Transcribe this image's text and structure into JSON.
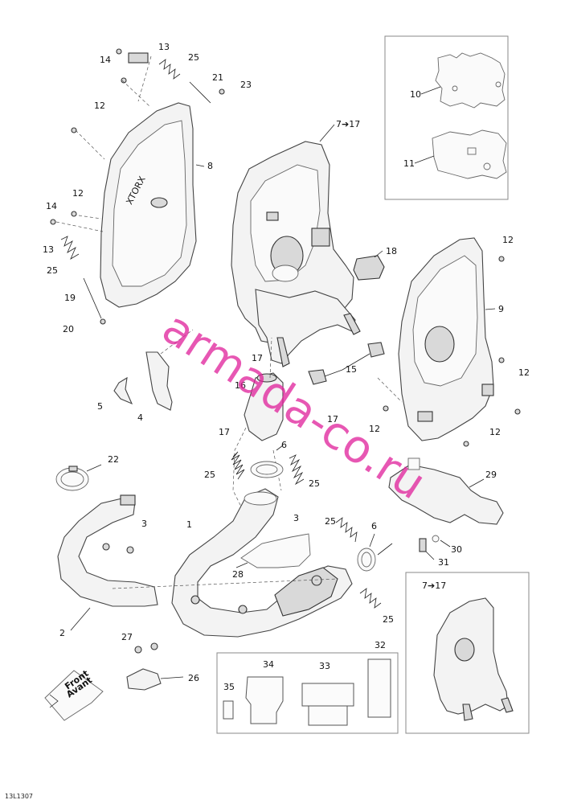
{
  "callouts": {
    "c1": "1",
    "c2": "2",
    "c3a": "3",
    "c3b": "3",
    "c4": "4",
    "c5": "5",
    "c6a": "6",
    "c6b": "6",
    "c7to17a": "7➔17",
    "c7to17b": "7➔17",
    "c8": "8",
    "c9": "9",
    "c10": "10",
    "c11": "11",
    "c12a": "12",
    "c12b": "12",
    "c12c": "12",
    "c12d": "12",
    "c12e": "12",
    "c12f": "12",
    "c13a": "13",
    "c13b": "13",
    "c14a": "14",
    "c14b": "14",
    "c15": "15",
    "c16": "16",
    "c17a": "17",
    "c17b": "17",
    "c17c": "17",
    "c18": "18",
    "c19": "19",
    "c20": "20",
    "c21": "21",
    "c22": "22",
    "c23": "23",
    "c25a": "25",
    "c25b": "25",
    "c25c": "25",
    "c25d": "25",
    "c25e": "25",
    "c25f": "25",
    "c26": "26",
    "c27": "27",
    "c28": "28",
    "c29": "29",
    "c30": "30",
    "c31": "31",
    "c32": "32",
    "c33": "33",
    "c34": "34",
    "c35": "35"
  },
  "front_sign": {
    "line1": "Front",
    "line2": "Avant"
  },
  "watermark": "armada-co.ru",
  "sheet_code": "13L1307",
  "colors": {
    "watermark": "#e0209a",
    "linework": "#333333"
  }
}
